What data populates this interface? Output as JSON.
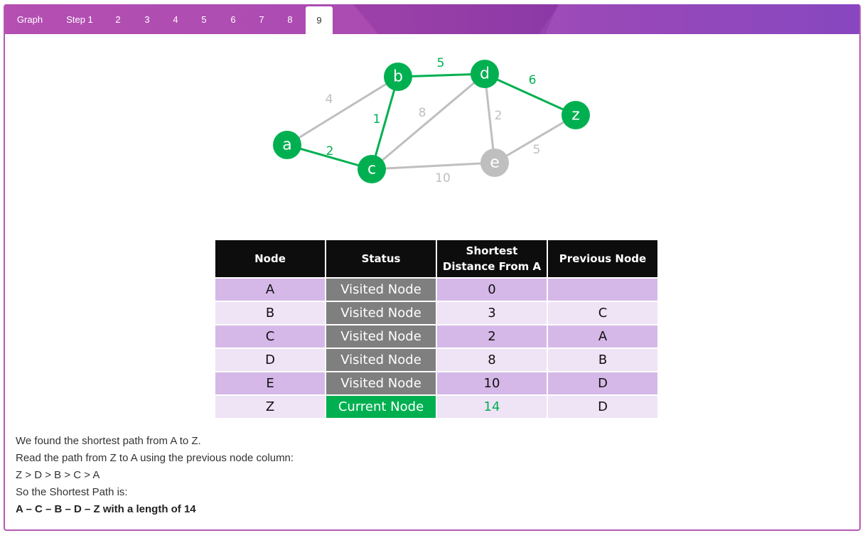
{
  "tabs": [
    {
      "label": "Graph"
    },
    {
      "label": "Step 1"
    },
    {
      "label": "2"
    },
    {
      "label": "3"
    },
    {
      "label": "4"
    },
    {
      "label": "5"
    },
    {
      "label": "6"
    },
    {
      "label": "7"
    },
    {
      "label": "8"
    },
    {
      "label": "9",
      "active": true
    }
  ],
  "graph": {
    "nodes": [
      {
        "id": "a",
        "label": "a",
        "state": "visited"
      },
      {
        "id": "b",
        "label": "b",
        "state": "visited"
      },
      {
        "id": "c",
        "label": "c",
        "state": "visited"
      },
      {
        "id": "d",
        "label": "d",
        "state": "visited"
      },
      {
        "id": "e",
        "label": "e",
        "state": "unvisited"
      },
      {
        "id": "z",
        "label": "z",
        "state": "visited"
      }
    ],
    "edges": [
      {
        "from": "a",
        "to": "b",
        "weight": "4",
        "on_path": false
      },
      {
        "from": "a",
        "to": "c",
        "weight": "2",
        "on_path": true
      },
      {
        "from": "b",
        "to": "c",
        "weight": "1",
        "on_path": true
      },
      {
        "from": "b",
        "to": "d",
        "weight": "5",
        "on_path": true
      },
      {
        "from": "c",
        "to": "d",
        "weight": "8",
        "on_path": false
      },
      {
        "from": "c",
        "to": "e",
        "weight": "10",
        "on_path": false
      },
      {
        "from": "d",
        "to": "e",
        "weight": "2",
        "on_path": false
      },
      {
        "from": "d",
        "to": "z",
        "weight": "6",
        "on_path": true
      },
      {
        "from": "e",
        "to": "z",
        "weight": "5",
        "on_path": false
      }
    ],
    "colors": {
      "path": "#00b050",
      "inactive": "#bfbfbf"
    }
  },
  "table": {
    "headers": [
      "Node",
      "Status",
      "Shortest Distance From A",
      "Previous Node"
    ],
    "rows": [
      {
        "node": "A",
        "status": "Visited Node",
        "distance": "0",
        "previous": ""
      },
      {
        "node": "B",
        "status": "Visited Node",
        "distance": "3",
        "previous": "C"
      },
      {
        "node": "C",
        "status": "Visited Node",
        "distance": "2",
        "previous": "A"
      },
      {
        "node": "D",
        "status": "Visited Node",
        "distance": "8",
        "previous": "B"
      },
      {
        "node": "E",
        "status": "Visited Node",
        "distance": "10",
        "previous": "D"
      },
      {
        "node": "Z",
        "status": "Current Node",
        "distance": "14",
        "previous": "D"
      }
    ]
  },
  "explanation": {
    "line1": "We found the shortest path from A to Z.",
    "line2": "Read the path from Z to A using the previous node column:",
    "line3": "Z > D > B > C > A",
    "line4": "So the Shortest Path is:",
    "result": "A – C – B – D – Z with a length of 14"
  }
}
